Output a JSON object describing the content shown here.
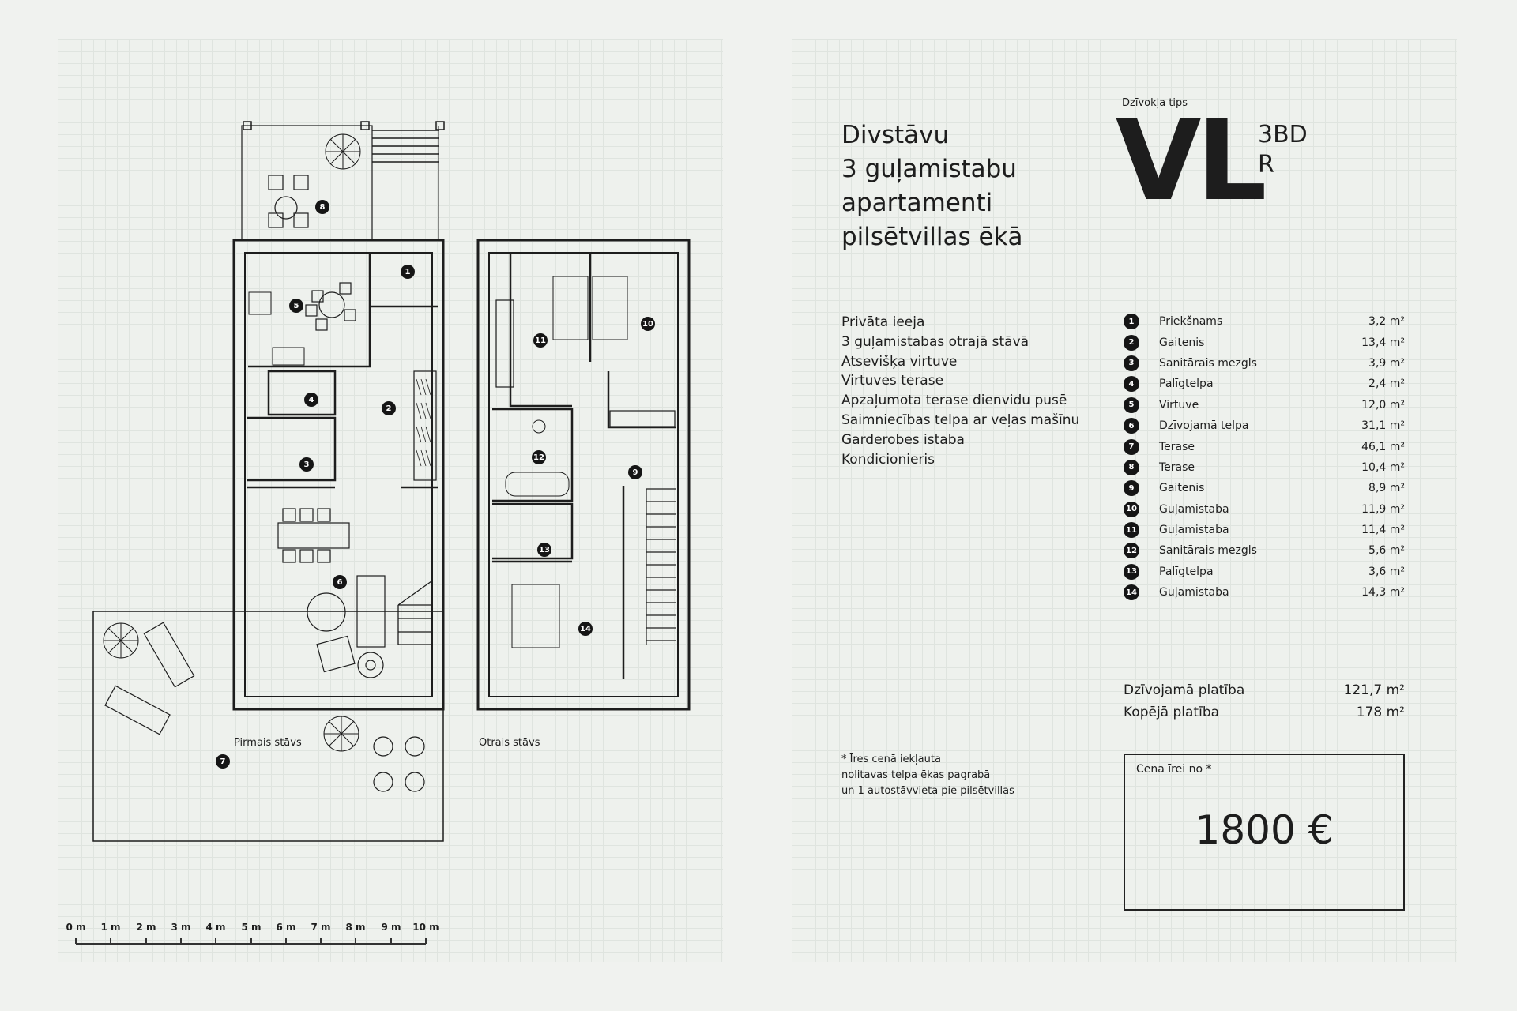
{
  "title_lines": [
    "Divstāvu",
    "3 guļamistabu",
    "apartamenti",
    "pilsētvillas ēkā"
  ],
  "type_label": "Dzīvokļa tips",
  "type_code": "VL",
  "type_sup": [
    "3BD",
    "R"
  ],
  "features": [
    "Privāta ieeja",
    "3 guļamistabas otrajā stāvā",
    "Atsevišķa virtuve",
    "Virtuves terase",
    "Apzaļumota terase dienvidu pusē",
    "Saimniecības telpa ar veļas mašīnu",
    "Garderobes istaba",
    "Kondicionieris"
  ],
  "rooms": [
    {
      "num": "1",
      "name": "Priekšnams",
      "area": "3,2 m²"
    },
    {
      "num": "2",
      "name": "Gaitenis",
      "area": "13,4 m²"
    },
    {
      "num": "3",
      "name": "Sanitārais mezgls",
      "area": "3,9 m²"
    },
    {
      "num": "4",
      "name": "Palīgtelpa",
      "area": "2,4 m²"
    },
    {
      "num": "5",
      "name": "Virtuve",
      "area": "12,0 m²"
    },
    {
      "num": "6",
      "name": "Dzīvojamā telpa",
      "area": "31,1 m²"
    },
    {
      "num": "7",
      "name": "Terase",
      "area": "46,1 m²"
    },
    {
      "num": "8",
      "name": "Terase",
      "area": "10,4 m²"
    },
    {
      "num": "9",
      "name": "Gaitenis",
      "area": "8,9 m²"
    },
    {
      "num": "10",
      "name": "Guļamistaba",
      "area": "11,9 m²"
    },
    {
      "num": "11",
      "name": "Guļamistaba",
      "area": "11,4 m²"
    },
    {
      "num": "12",
      "name": "Sanitārais mezgls",
      "area": "5,6 m²"
    },
    {
      "num": "13",
      "name": "Palīgtelpa",
      "area": "3,6 m²"
    },
    {
      "num": "14",
      "name": "Guļamistaba",
      "area": "14,3 m²"
    }
  ],
  "totals": {
    "living_label": "Dzīvojamā platība",
    "living_value": "121,7 m²",
    "total_label": "Kopējā platība",
    "total_value": "178 m²"
  },
  "note_lines": [
    "* Īres cenā iekļauta",
    "nolitavas telpa ēkas pagrabā",
    "un 1 autostāvvieta pie pilsētvillas"
  ],
  "price": {
    "label": "Cena īrei no *",
    "value": "1800 €"
  },
  "floors": {
    "first": "Pirmais stāvs",
    "second": "Otrais stāvs"
  },
  "scale": [
    "0 m",
    "1 m",
    "2 m",
    "3 m",
    "4 m",
    "5 m",
    "6 m",
    "7 m",
    "8 m",
    "9 m",
    "10 m"
  ]
}
